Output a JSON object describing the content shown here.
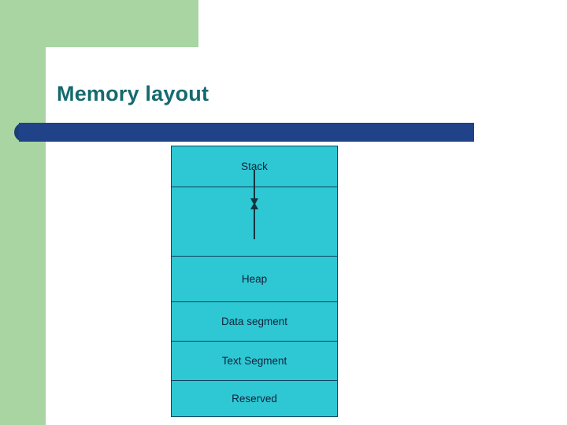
{
  "slide": {
    "title": "Memory layout",
    "theme": {
      "title_color": "#156a6e",
      "accent_bar_color": "#1f4289",
      "side_band_color": "#a8d5a2",
      "block_fill_color": "#2ec8d4",
      "block_border_color": "#0f3f5a",
      "background_color": "#ffffff"
    }
  },
  "diagram": {
    "name": "memory-layout-diagram",
    "rows": [
      {
        "label": "Stack",
        "type": "segment"
      },
      {
        "label": "",
        "type": "growth-gap",
        "arrows": [
          "down",
          "up"
        ]
      },
      {
        "label": "Heap",
        "type": "segment"
      },
      {
        "label": "Data segment",
        "type": "segment"
      },
      {
        "label": "Text Segment",
        "type": "segment"
      },
      {
        "label": "Reserved",
        "type": "segment"
      }
    ]
  }
}
